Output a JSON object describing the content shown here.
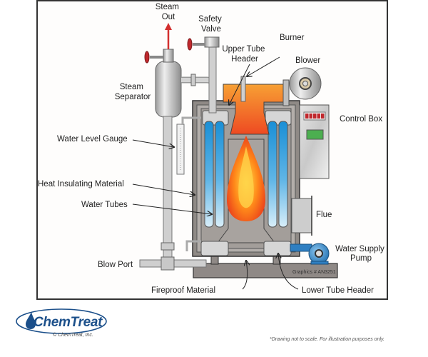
{
  "diagram": {
    "labels": {
      "steam_out": [
        "Steam",
        "Out"
      ],
      "safety_valve": [
        "Safety",
        "Valve"
      ],
      "upper_tube_header": [
        "Upper Tube",
        "Header"
      ],
      "burner": "Burner",
      "blower": "Blower",
      "steam_separator": [
        "Steam",
        "Separator"
      ],
      "control_box": "Control Box",
      "water_level_gauge": "Water Level Gauge",
      "heat_insulating_material": "Heat Insulating Material",
      "water_tubes": "Water Tubes",
      "flue": "Flue",
      "water_supply_pump": [
        "Water Supply",
        "Pump"
      ],
      "blow_port": "Blow Port",
      "fireproof_material": "Fireproof Material",
      "lower_tube_header": "Lower Tube Header"
    },
    "graphics_id": "Graphics # AN3251",
    "colors": {
      "steam_arrow": "#d32f2f",
      "valve_wheel": "#c0282d",
      "water_tube_top": "#1a8fd6",
      "water_tube_bottom": "#cfe9f7",
      "burner": "#f28a24",
      "flame": "#ff5a1f",
      "casing": "#8f8a86",
      "pipe": "#c9c9c9",
      "pump": "#2f7fc2",
      "display_led": "#c0282d",
      "display_screen": "#4caf50"
    }
  },
  "footer": {
    "brand": "ChemTreat",
    "copyright": "© ChemTreat, Inc.",
    "disclaimer": "*Drawing not to scale. For illustration purposes only."
  }
}
